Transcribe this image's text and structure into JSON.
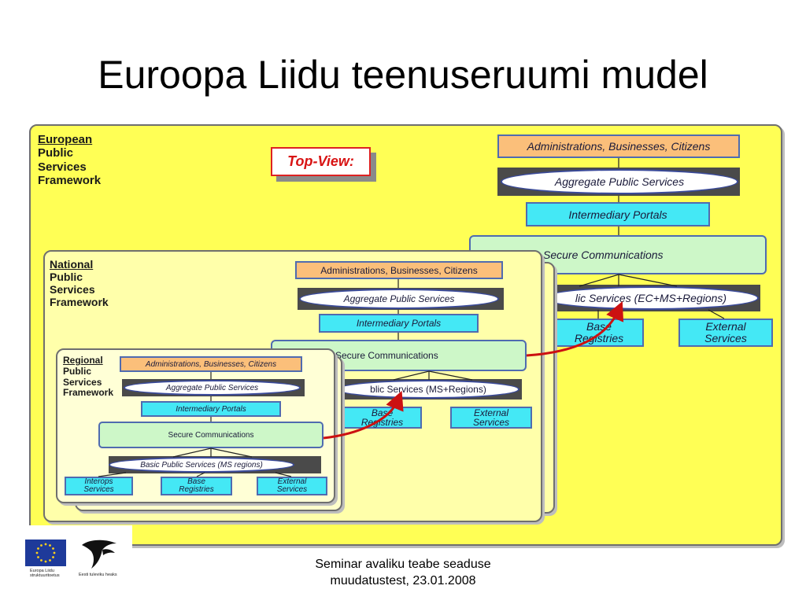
{
  "slide_title": "Euroopa Liidu teenuseruumi mudel",
  "top_view": "Top-View:",
  "eu": {
    "label": [
      "European",
      "Public",
      "Services",
      "Framework"
    ],
    "citizens": "Administrations, Businesses, Citizens",
    "aggregate": "Aggregate Public Services",
    "portals": "Intermediary Portals",
    "secure": "Secure Communications",
    "basic": "lic Services (EC+MS+Regions)",
    "base": "Base Registries",
    "external": "External Services"
  },
  "national": {
    "label": [
      "National",
      "Public",
      "Services",
      "Framework"
    ],
    "citizens": "Administrations, Businesses, Citizens",
    "aggregate": "Aggregate Public Services",
    "portals": "Intermediary Portals",
    "secure": "Secure Communications",
    "basic": "blic Services (MS+Regions)",
    "base": "Base Registries",
    "external": "External Services"
  },
  "regional": {
    "label": [
      "Regional",
      "Public",
      "Services",
      "Framework"
    ],
    "citizens": "Administrations, Businesses, Citizens",
    "aggregate": "Aggregate Public Services",
    "portals": "Intermediary Portals",
    "secure": "Secure Communications",
    "basic": "Basic Public Services (MS regions)",
    "interops": "Interops Services",
    "base": "Base Registries",
    "external": "External Services"
  },
  "logos": {
    "eu_caption": [
      "Europa Liidu",
      "struktuuritoetus"
    ],
    "estonia_caption": "Eesti tuleviku heaks"
  },
  "footer": [
    "Seminar avaliku teabe seaduse",
    "muudatustest, 23.01.2008"
  ],
  "colors": {
    "eu_frame": "#ffff55",
    "citizens_box": "#fbbf7a",
    "portal_box": "#44e8f5",
    "secure_box": "#cdf7c8",
    "arrow": "#cc1111"
  }
}
